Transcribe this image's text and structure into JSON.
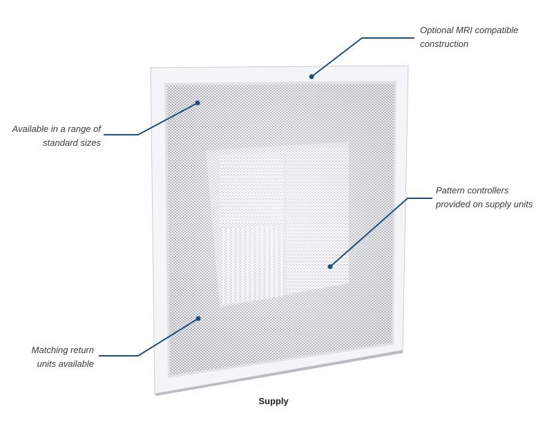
{
  "callouts": [
    {
      "line1": "Optional MRI compatible",
      "line2": "construction"
    },
    {
      "line1": "Available in a range of",
      "line2": "standard sizes"
    },
    {
      "line1": "Pattern controllers",
      "line2": "provided on supply units"
    },
    {
      "line1": "Matching return",
      "line2": "units available"
    }
  ],
  "caption": "Supply",
  "colors": {
    "callout_line": "#1b4f7a",
    "frame": "#f4f5f7",
    "perforation": "#9aa0a8"
  }
}
